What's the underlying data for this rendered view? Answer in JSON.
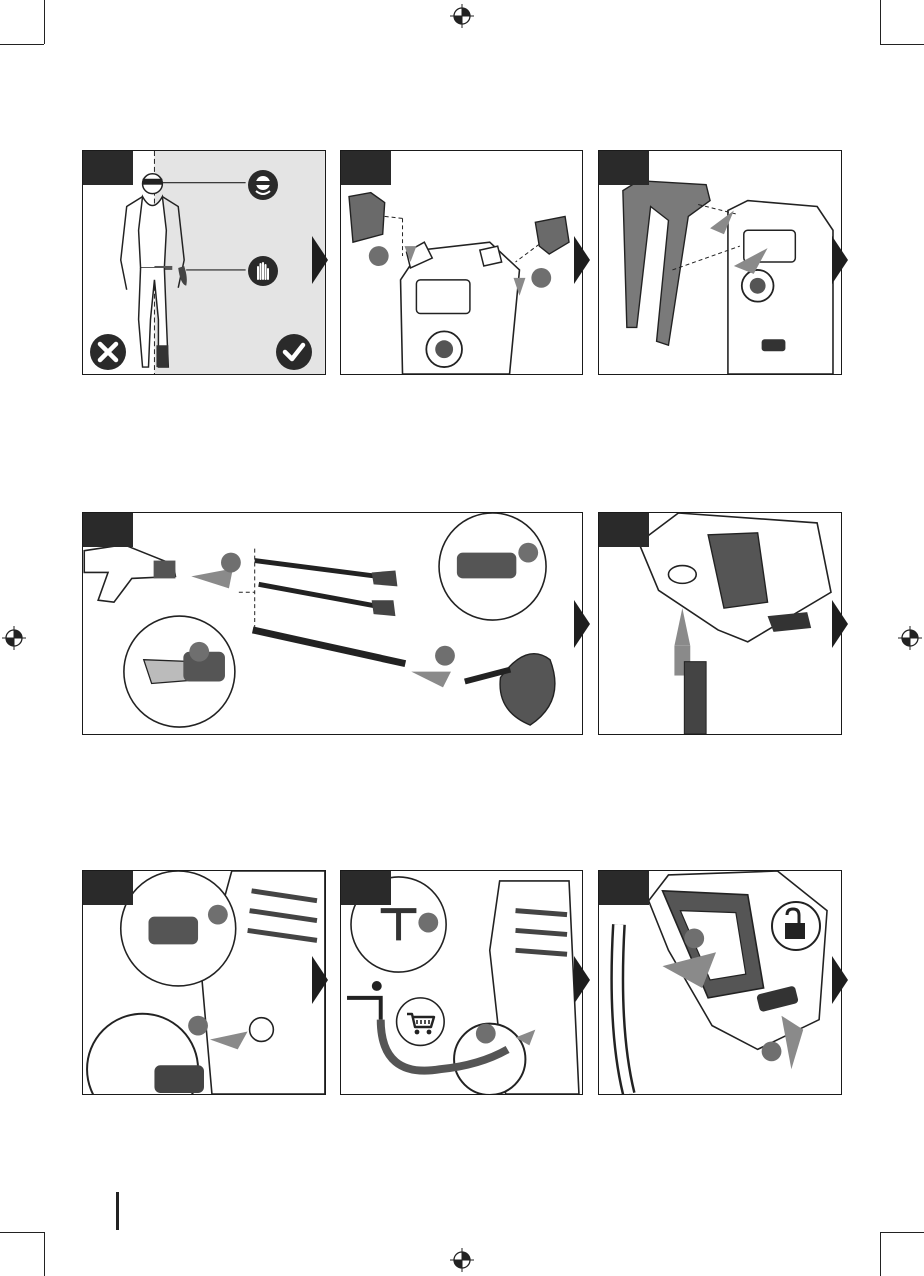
{
  "page": {
    "panels": [
      {
        "id": "panel-1",
        "content": "protective-equipment"
      },
      {
        "id": "panel-2",
        "content": "attach-side-brackets"
      },
      {
        "id": "panel-3",
        "content": "attach-handle"
      },
      {
        "id": "panel-4",
        "content": "attach-nozzle-lances"
      },
      {
        "id": "panel-5",
        "content": "insert-lance-into-gun"
      },
      {
        "id": "panel-6",
        "content": "connect-hose-adapter"
      },
      {
        "id": "panel-7",
        "content": "connect-water-supply"
      },
      {
        "id": "panel-8",
        "content": "unlock-trigger"
      }
    ],
    "colors": {
      "ink": "#1a1a1a",
      "panel_tag": "#2a2a2a",
      "step_circle": "#6f6f6f",
      "arrow_gray": "#8a8a8a",
      "shade": "#e4e4e4"
    },
    "icons": [
      "face-shield-icon",
      "gloves-icon",
      "wrong-icon",
      "correct-icon",
      "shopping-cart-icon",
      "unlocked-padlock-icon",
      "registration-mark-icon"
    ]
  }
}
